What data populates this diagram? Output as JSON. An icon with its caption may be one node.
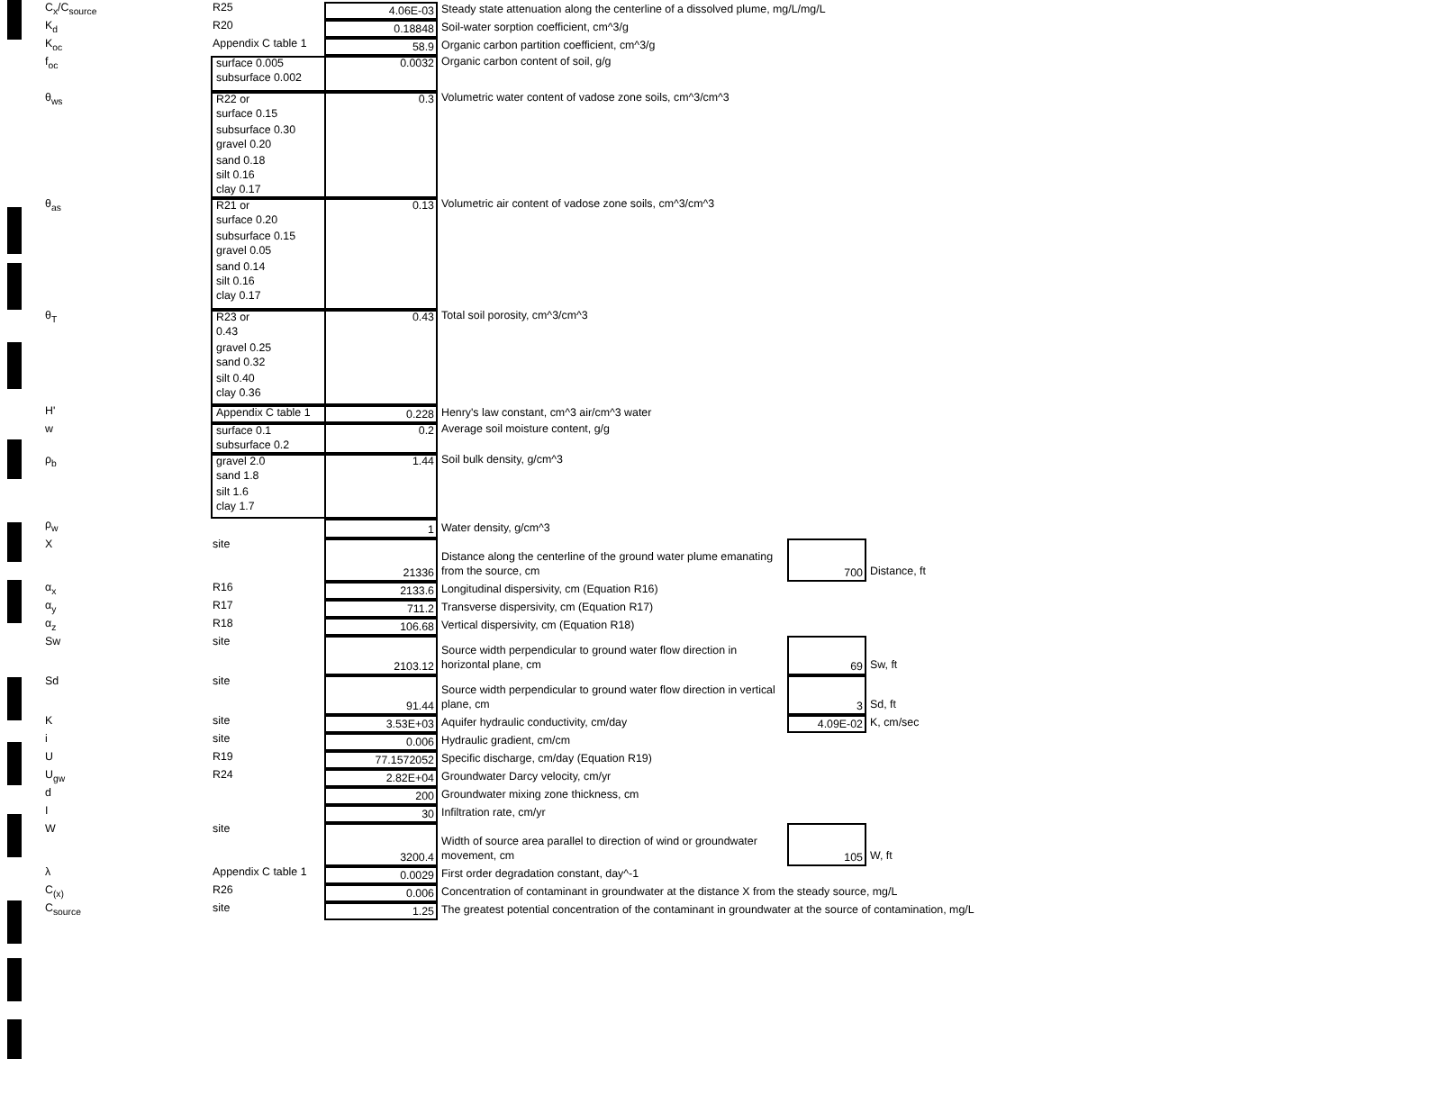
{
  "diagram": {
    "labels": [
      "C$_{x}$/C$_{source}$",
      "R25",
      "4.06E-03",
      "Steady state attenuation along the centerline of a dissolved plume, mg/L/mg/L",
      "K$_{d}$",
      "R20",
      "0.18848",
      "Soil-water sorption coefficient, cm^3/g",
      "K$_{oc}$",
      "Appendix C table 1",
      "58.9",
      "Organic carbon partition coefficient, cm^3/g",
      "f$_{oc}$",
      "surface 0.005",
      "subsurface 0.002",
      "0.0032",
      "Organic carbon content of soil, g/g",
      "θ$_{ws}$",
      "R22 or",
      "surface 0.15",
      "subsurface 0.30",
      "gravel 0.20",
      "sand 0.18",
      "silt 0.16",
      "clay 0.17",
      "0.3",
      "Volumetric water content of vadose zone soils, cm^3/cm^3",
      "θ$_{as}$",
      "R21 or",
      "surface 0.20",
      "subsurface 0.15",
      "gravel 0.05",
      "sand 0.14",
      "silt 0.16",
      "clay 0.17",
      "0.13",
      "Volumetric air content of vadose zone soils, cm^3/cm^3",
      "θ$_{T}$",
      "R23 or",
      "0.43",
      "gravel 0.25",
      "sand 0.32",
      "silt 0.40",
      "clay 0.36",
      "0.43",
      "Total soil porosity, cm^3/cm^3",
      "H'",
      "Appendix C table 1",
      "0.228",
      "Henry's law constant, cm^3 air/cm^3 water",
      "w",
      "surface 0.1",
      "subsurface 0.2",
      "0.2",
      "Average soil moisture content, g/g",
      "ρ$_{b}$",
      "gravel 2.0",
      "sand 1.8",
      "silt 1.6",
      "clay 1.7",
      "1.44",
      "Soil bulk density, g/cm^3",
      "ρ$_{w}$",
      "1",
      "Water density, g/cm^3",
      "X",
      "site",
      "21336",
      "Distance along the centerline of the ground water plume emanating from the source, cm",
      "700",
      "Distance, ft",
      "α$_{x}$",
      "R16",
      "2133.6",
      "Longitudinal dispersivity, cm (Equation R16)",
      "α$_{y}$",
      "R17",
      "711.2",
      "Transverse dispersivity, cm (Equation R17)",
      "α$_{z}$",
      "R18",
      "106.68",
      "Vertical dispersivity, cm (Equation R18)",
      "Sw",
      "site",
      "2103.12",
      "Source width perpendicular to ground water flow direction in horizontal plane, cm",
      "69",
      "Sw, ft",
      "Sd",
      "site",
      "91.44",
      "Source width perpendicular to ground water flow direction in vertical plane, cm",
      "3",
      "Sd, ft",
      "K",
      "site",
      "3.53E+03",
      "Aquifer hydraulic conductivity, cm/day",
      "4.09E-02",
      "K, cm/sec",
      "i",
      "site",
      "0.006",
      "Hydraulic gradient, cm/cm",
      "U",
      "R19",
      "77.1572052",
      "Specific discharge, cm/day (Equation R19)",
      "U$_{gw}$",
      "R24",
      "2.82E+04",
      "Groundwater Darcy velocity, cm/yr",
      "d",
      "200",
      "Groundwater mixing zone thickness, cm",
      "I",
      "30",
      "Infiltration rate, cm/yr",
      "W",
      "site",
      "3200.4",
      "Width of source area parallel to direction of wind or groundwater movement, cm",
      "105",
      "W, ft",
      "λ",
      "Appendix C table 1",
      "0.0029",
      "First order degradation constant, day^-1",
      "C$_{(x)}$",
      "R26",
      "0.006",
      "Concentration of contaminant in groundwater at the distance X from the steady source, mg/L",
      "C$_{source}$",
      "site",
      "1.25",
      "The greatest potential concentration of the contaminant in groundwater at the source of contamination, mg/L"
    ]
  }
}
